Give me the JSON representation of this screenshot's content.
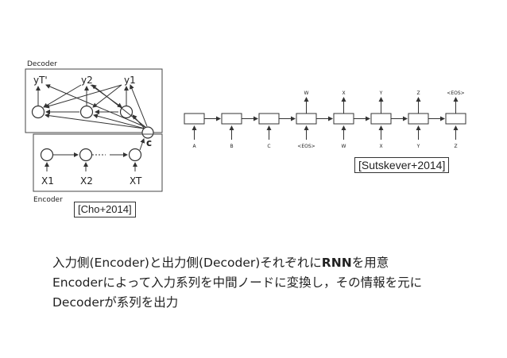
{
  "cho_diagram": {
    "decoder_label": "Decoder",
    "encoder_label": "Encoder",
    "y_labels": [
      "yT'",
      "y2",
      "y1"
    ],
    "x_labels": [
      "X1",
      "X2",
      "XT"
    ],
    "context_label": "c"
  },
  "sutskever_diagram": {
    "inputs": [
      "A",
      "B",
      "C",
      "<EOS>",
      "W",
      "X",
      "Y",
      "Z"
    ],
    "outputs": [
      "W",
      "X",
      "Y",
      "Z",
      "<EOS>"
    ]
  },
  "citations": {
    "cho": "[Cho+2014]",
    "sutskever": "[Sutskever+2014]"
  },
  "caption": {
    "line1_pre": "入力側(Encoder)と出力側(Decoder)それぞれに",
    "line1_bold": "RNN",
    "line1_post": "を用意",
    "line2": "Encoderによって入力系列を中間ノードに変換し，その情報を元に",
    "line3": "Decoderが系列を出力"
  }
}
